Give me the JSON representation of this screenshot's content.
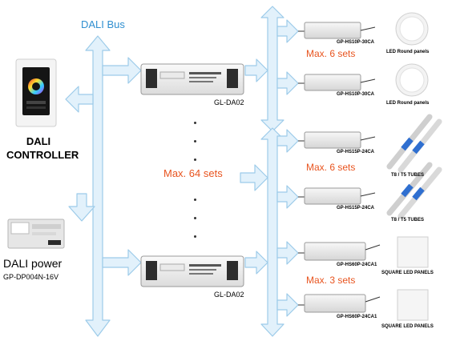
{
  "bus_label": "DALI Bus",
  "controller": {
    "label_line1": "DALI",
    "label_line2": "CONTROLLER"
  },
  "power": {
    "label": "DALI power",
    "model": "GP-DP004N-16V"
  },
  "converters": [
    {
      "label": "GL-DA02"
    },
    {
      "label": "GL-DA02"
    }
  ],
  "max_converters": "Max. 64 sets",
  "groups": [
    {
      "max": "Max. 6 sets",
      "driver_model": "GP-HS10P-30CA",
      "product": "LED Round panels"
    },
    {
      "max": "Max. 6 sets",
      "driver_model": "GP-HS15P-24CA",
      "product": "T8 / T5 TUBES"
    },
    {
      "max": "Max. 3 sets",
      "driver_model": "GP-HS60P-24CA1",
      "product": "SQUARE LED PANELS"
    }
  ],
  "colors": {
    "arrow_fill": "#e2f1fb",
    "arrow_stroke": "#9ccbe9",
    "accent_orange": "#e8541f",
    "bus_text": "#2f8fd0"
  }
}
